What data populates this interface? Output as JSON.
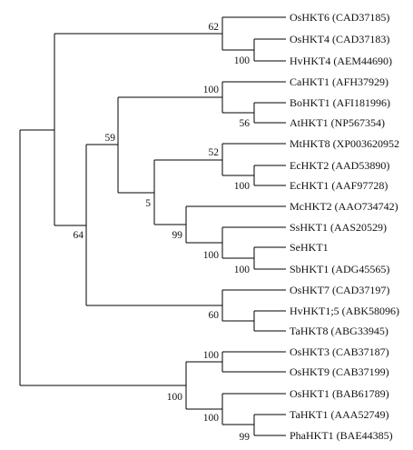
{
  "tree": {
    "leaves": [
      {
        "id": "l1",
        "label": "OsHKT6 (CAD37185)"
      },
      {
        "id": "l2",
        "label": "OsHKT4 (CAD37183)"
      },
      {
        "id": "l3",
        "label": "HvHKT4 (AEM44690)"
      },
      {
        "id": "l4",
        "label": "CaHKT1 (AFH37929)"
      },
      {
        "id": "l5",
        "label": "BoHKT1 (AFI181996)"
      },
      {
        "id": "l6",
        "label": "AtHKT1 (NP567354)"
      },
      {
        "id": "l7",
        "label": "MtHKT8 (XP003620952"
      },
      {
        "id": "l8",
        "label": "EcHKT2 (AAD53890)"
      },
      {
        "id": "l9",
        "label": "EcHKT1 (AAF97728)"
      },
      {
        "id": "l10",
        "label": "McHKT2 (AAO734742)"
      },
      {
        "id": "l11",
        "label": "SsHKT1 (AAS20529)"
      },
      {
        "id": "l12",
        "label": "SeHKT1"
      },
      {
        "id": "l13",
        "label": "SbHKT1 (ADG45565)"
      },
      {
        "id": "l14",
        "label": "OsHKT7 (CAD37197)"
      },
      {
        "id": "l15",
        "label": "HvHKT1;5 (ABK58096)"
      },
      {
        "id": "l16",
        "label": "TaHKT8 (ABG33945)"
      },
      {
        "id": "l17",
        "label": "OsHKT3 (CAB37187)"
      },
      {
        "id": "l18",
        "label": "OsHKT9 (CAB37199)"
      },
      {
        "id": "l19",
        "label": "OsHKT1 (BAB61789)"
      },
      {
        "id": "l20",
        "label": "TaHKT1 (AAA52749)"
      },
      {
        "id": "l21",
        "label": "PhaHKT1 (BAE44385)"
      }
    ],
    "bootstrap_values": [
      {
        "id": "b62",
        "value": "62"
      },
      {
        "id": "b100a",
        "value": "100"
      },
      {
        "id": "b100b",
        "value": "100"
      },
      {
        "id": "b56",
        "value": "56"
      },
      {
        "id": "b59",
        "value": "59"
      },
      {
        "id": "b52",
        "value": "52"
      },
      {
        "id": "b100c",
        "value": "100"
      },
      {
        "id": "b5",
        "value": "5"
      },
      {
        "id": "b99a",
        "value": "99"
      },
      {
        "id": "b100d",
        "value": "100"
      },
      {
        "id": "b100e",
        "value": "100"
      },
      {
        "id": "b64",
        "value": "64"
      },
      {
        "id": "b60",
        "value": "60"
      },
      {
        "id": "b100f",
        "value": "100"
      },
      {
        "id": "b100g",
        "value": "100"
      },
      {
        "id": "b100h",
        "value": "100"
      },
      {
        "id": "b99b",
        "value": "99"
      }
    ]
  }
}
